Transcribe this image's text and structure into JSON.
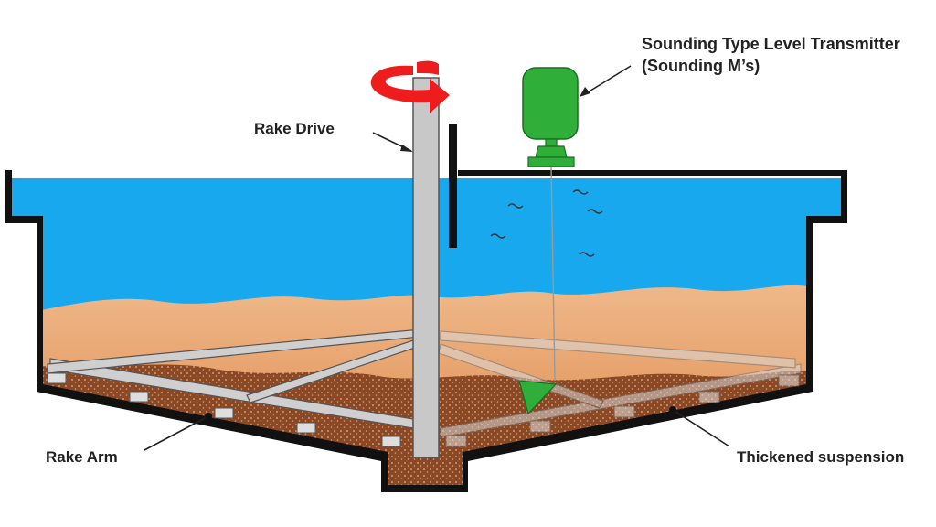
{
  "diagram": {
    "labels": {
      "rake_drive": "Rake Drive",
      "transmitter_line1": "Sounding Type Level Transmitter",
      "transmitter_line2": "(Sounding M’s)",
      "rake_arm": "Rake Arm",
      "thickened_suspension": "Thickened suspension"
    },
    "colors": {
      "water": "#18a8ee",
      "sediment_light": "#e9a875",
      "sediment_dark": "#d07a3c",
      "thickened": "#8b4a25",
      "rake_metal": "#c8c8c8",
      "transmitter": "#2fae3a",
      "rotation_arrow": "#ee1c1c",
      "tank_wall": "#111111"
    },
    "icons": [
      "rotation-arrow-icon",
      "sounding-weight-icon"
    ]
  }
}
